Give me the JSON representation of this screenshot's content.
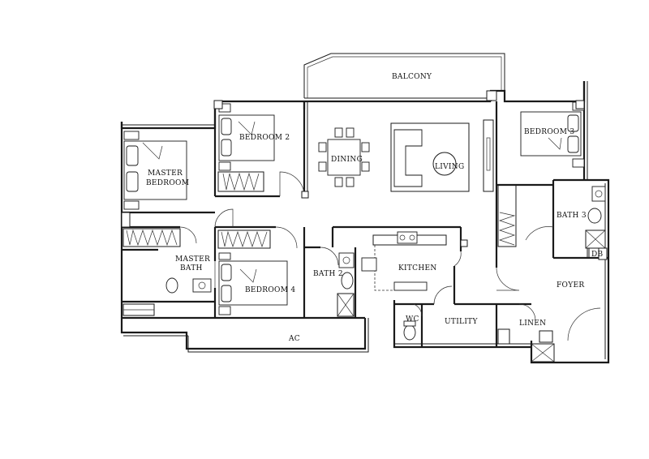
{
  "floor_plan": {
    "rooms": {
      "balcony": "BALCONY",
      "bedroom2": "BEDROOM 2",
      "bedroom3": "BEDROOM 3",
      "master_bedroom_line1": "MASTER",
      "master_bedroom_line2": "BEDROOM",
      "dining": "DINING",
      "living": "LIVING",
      "bath3": "BATH 3",
      "db": "DB",
      "master_bath_line1": "MASTER",
      "master_bath_line2": "BATH",
      "bedroom4": "BEDROOM 4",
      "bath2": "BATH 2",
      "kitchen": "KITCHEN",
      "foyer": "FOYER",
      "wc": "WC",
      "utility": "UTILITY",
      "linen": "LINEN",
      "ac": "AC"
    },
    "line_color": "#1a1a1a",
    "background_color": "#ffffff"
  }
}
